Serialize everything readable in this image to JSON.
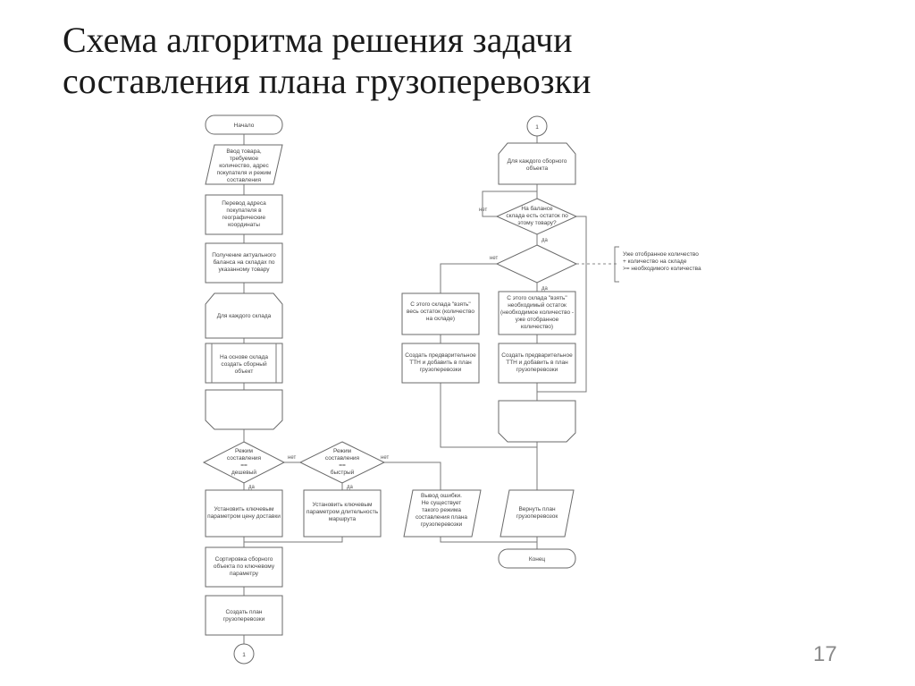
{
  "title": {
    "line1": "Схема алгоритма решения задачи",
    "line2": "составления плана грузоперевозки"
  },
  "page_number": "17",
  "flow": {
    "start": "Начало",
    "input_goods": [
      "Ввод товара,",
      "требуемое",
      "количество, адрес",
      "покупателя и режим",
      "составления"
    ],
    "convert_address": [
      "Перевод адреса",
      "покупателя в",
      "географические",
      "координаты"
    ],
    "get_balance": [
      "Получение актуального",
      "баланса на складах по",
      "указанному товару"
    ],
    "loop_each_warehouse": "Для каждого склада",
    "create_collect": [
      "На основе склада",
      "создать сборный",
      "объект"
    ],
    "mode_cheapest": [
      "Режим",
      "составления",
      "==",
      "дешевый"
    ],
    "mode_fastest": [
      "Режим",
      "составления",
      "==",
      "быстрый"
    ],
    "set_price": [
      "Установить ключевым",
      "параметром цену доставки"
    ],
    "set_duration": [
      "Установить ключевым",
      "параметром длительность",
      "маршрута"
    ],
    "error_output": [
      "Вывод ошибки.",
      "Не существует",
      "такого режима",
      "составления плана",
      "грузоперевозки"
    ],
    "sort_collect": [
      "Сортировка сборного",
      "объекта по ключевому",
      "параметру"
    ],
    "create_plan": [
      "Создать план",
      "грузоперевозки"
    ],
    "connector_1": "1",
    "loop_each_collect": [
      "Для каждого сборного",
      "объекта"
    ],
    "has_balance": [
      "На балансе",
      "склада есть остаток по",
      "этому товару?"
    ],
    "take_all": [
      "С этого склада \"взять\"",
      "весь остаток (количество",
      "на складе)"
    ],
    "take_needed": [
      "С этого склада \"взять\"",
      "необходимый остаток",
      "(необходимое количество -",
      "уже отобранное",
      "количество)"
    ],
    "draft_ttn_left": [
      "Создать предварительное",
      "ТТН и добавить в план",
      "грузоперевозки"
    ],
    "draft_ttn_right": [
      "Создать предварительное",
      "ТТН и добавить в план",
      "грузоперевозки"
    ],
    "return_plan": [
      "Вернуть план",
      "грузоперевозок"
    ],
    "end": "Конец",
    "annotation": [
      "Уже отобранное количество",
      "+ количество на складе",
      ">= необходимого количества"
    ],
    "yes": "да",
    "no": "нет"
  }
}
